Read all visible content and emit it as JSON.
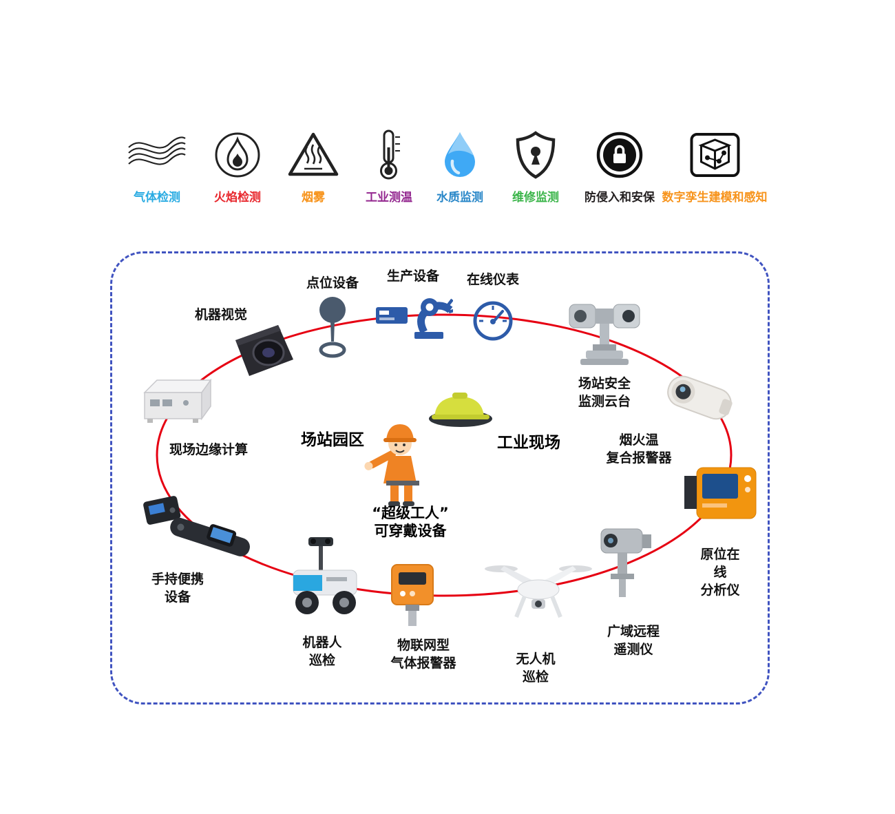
{
  "legend": {
    "items": [
      {
        "id": "gas-detection",
        "label": "气体检测",
        "color": "#29abe2",
        "icon": "gas-waves-icon"
      },
      {
        "id": "flame-detection",
        "label": "火焰检测",
        "color": "#e8262c",
        "icon": "flame-circle-icon"
      },
      {
        "id": "smoke",
        "label": "烟雾",
        "color": "#f7941d",
        "icon": "smoke-warning-triangle-icon"
      },
      {
        "id": "industrial-thermometry",
        "label": "工业测温",
        "color": "#93278f",
        "icon": "thermometer-icon"
      },
      {
        "id": "water-quality",
        "label": "水质监测",
        "color": "#2987c8",
        "icon": "water-drop-icon"
      },
      {
        "id": "maintenance-monitoring",
        "label": "维修监测",
        "color": "#3bb54a",
        "icon": "shield-keyhole-icon"
      },
      {
        "id": "intrusion-security",
        "label": "防侵入和安保",
        "color": "#231f20",
        "icon": "lock-circle-icon"
      },
      {
        "id": "digital-twin",
        "label": "数字孪生建模和感知",
        "color": "#f7941d",
        "icon": "digital-twin-cube-icon"
      }
    ]
  },
  "diagram": {
    "ring_color": "#e60012",
    "border_color": "#4053c0",
    "zones": {
      "station_park": "场站园区",
      "industrial_site": "工业现场"
    },
    "nodes": {
      "machine_vision": {
        "label": "机器视觉"
      },
      "point_device": {
        "label": "点位设备"
      },
      "production_equipment": {
        "label": "生产设备"
      },
      "online_instrument": {
        "label": "在线仪表"
      },
      "station_ptz": {
        "label": "场站安全\n监测云台"
      },
      "smoke_fire_temp_alarm": {
        "label": "烟火温\n复合报警器"
      },
      "edge_computing": {
        "label": "现场边缘计算"
      },
      "wearable": {
        "label": "“超级工人”\n可穿戴设备"
      },
      "handheld": {
        "label": "手持便携\n设备"
      },
      "robot_patrol": {
        "label": "机器人\n巡检"
      },
      "iot_gas_alarm": {
        "label": "物联网型\n气体报警器"
      },
      "drone_patrol": {
        "label": "无人机\n巡检"
      },
      "wide_area_telemetry": {
        "label": "广域远程\n遥测仪"
      },
      "insitu_analyzer": {
        "label": "原位在线\n分析仪"
      }
    }
  }
}
